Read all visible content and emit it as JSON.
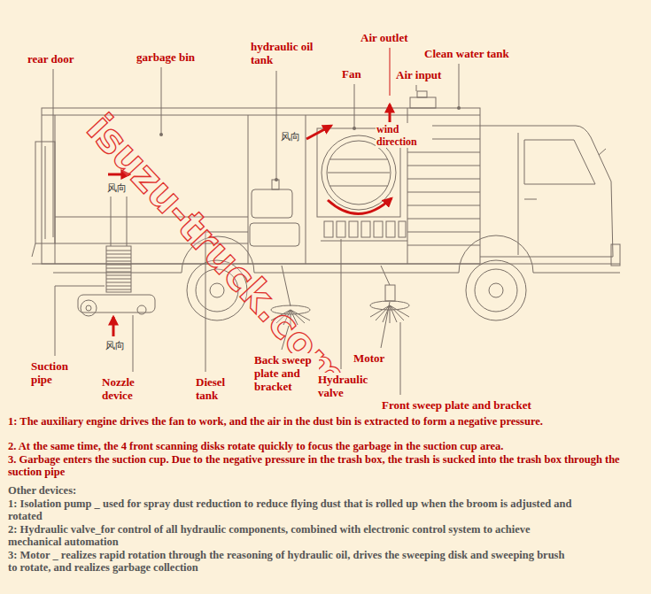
{
  "diagram": {
    "labels": [
      "rear door",
      "garbage bin",
      "hydraulic oil tank",
      "Air outlet",
      "Fan",
      "Air input",
      "Clean water tank",
      "风向",
      "wind direction",
      "风向",
      "风向",
      "Suction pipe",
      "Nozzle device",
      "Diesel tank",
      "Back sweep plate and bracket",
      "Motor",
      "Hydraulic valve",
      "Front sweep plate and bracket",
      "isuzu-truck.com",
      "1: The auxiliary engine drives the fan to work, and the air in the dust bin is extracted to form a negative pressure.",
      "2. At the same time, the 4 front scanning disks rotate quickly to focus the garbage in the suction cup area.",
      "3. Garbage enters the suction cup. Due to the negative pressure in the trash box, the trash is sucked into the trash box through the suction pipe",
      "Other devices:",
      "1: Isolation pump _ used for spray dust reduction to reduce flying dust that is rolled up when the broom is adjusted and rotated",
      "2: Hydraulic valve_for control of all hydraulic components, combined with electronic control system to achieve mechanical automation",
      "3: Motor _ realizes rapid rotation through the reasoning of hydraulic oil, drives the sweeping disk and sweeping brush to rotate, and realizes garbage collection"
    ]
  }
}
